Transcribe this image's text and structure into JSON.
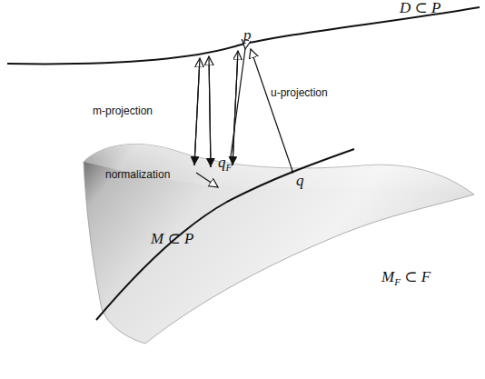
{
  "diagram": {
    "labels": [
      "D ⊂ P",
      "p",
      "m-projection",
      "u-projection",
      "normalization",
      "qF",
      "q",
      "M ⊂ P",
      "MF ⊂ F"
    ]
  }
}
